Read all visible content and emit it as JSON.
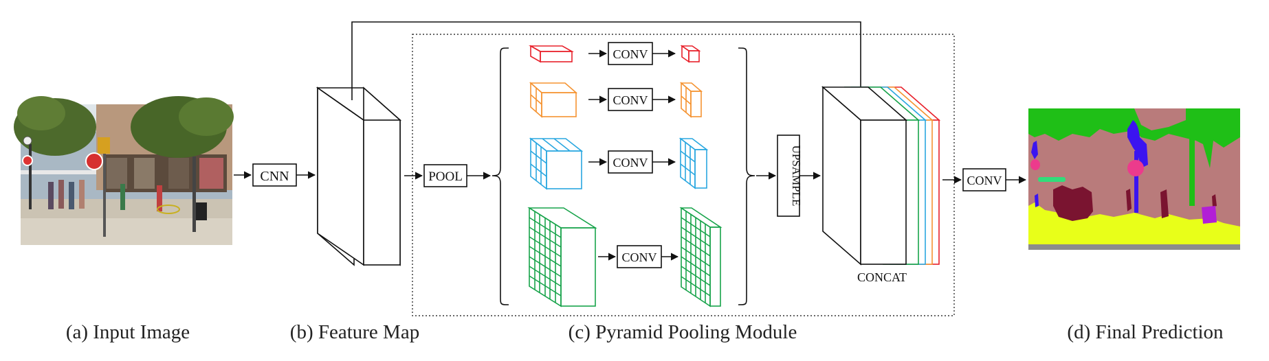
{
  "labels": {
    "cnn": "CNN",
    "pool": "POOL",
    "conv": "CONV",
    "upsample": "UPSAMPLE",
    "concat": "CONCAT"
  },
  "captions": {
    "input": "(a) Input Image",
    "feature": "(b) Feature Map",
    "ppm": "(c) Pyramid Pooling Module",
    "final": "(d) Final Prediction"
  },
  "colors": {
    "level1": "#e8202a",
    "level2": "#f59331",
    "level3": "#29a7e0",
    "level4": "#17a34a",
    "line": "#111111"
  }
}
